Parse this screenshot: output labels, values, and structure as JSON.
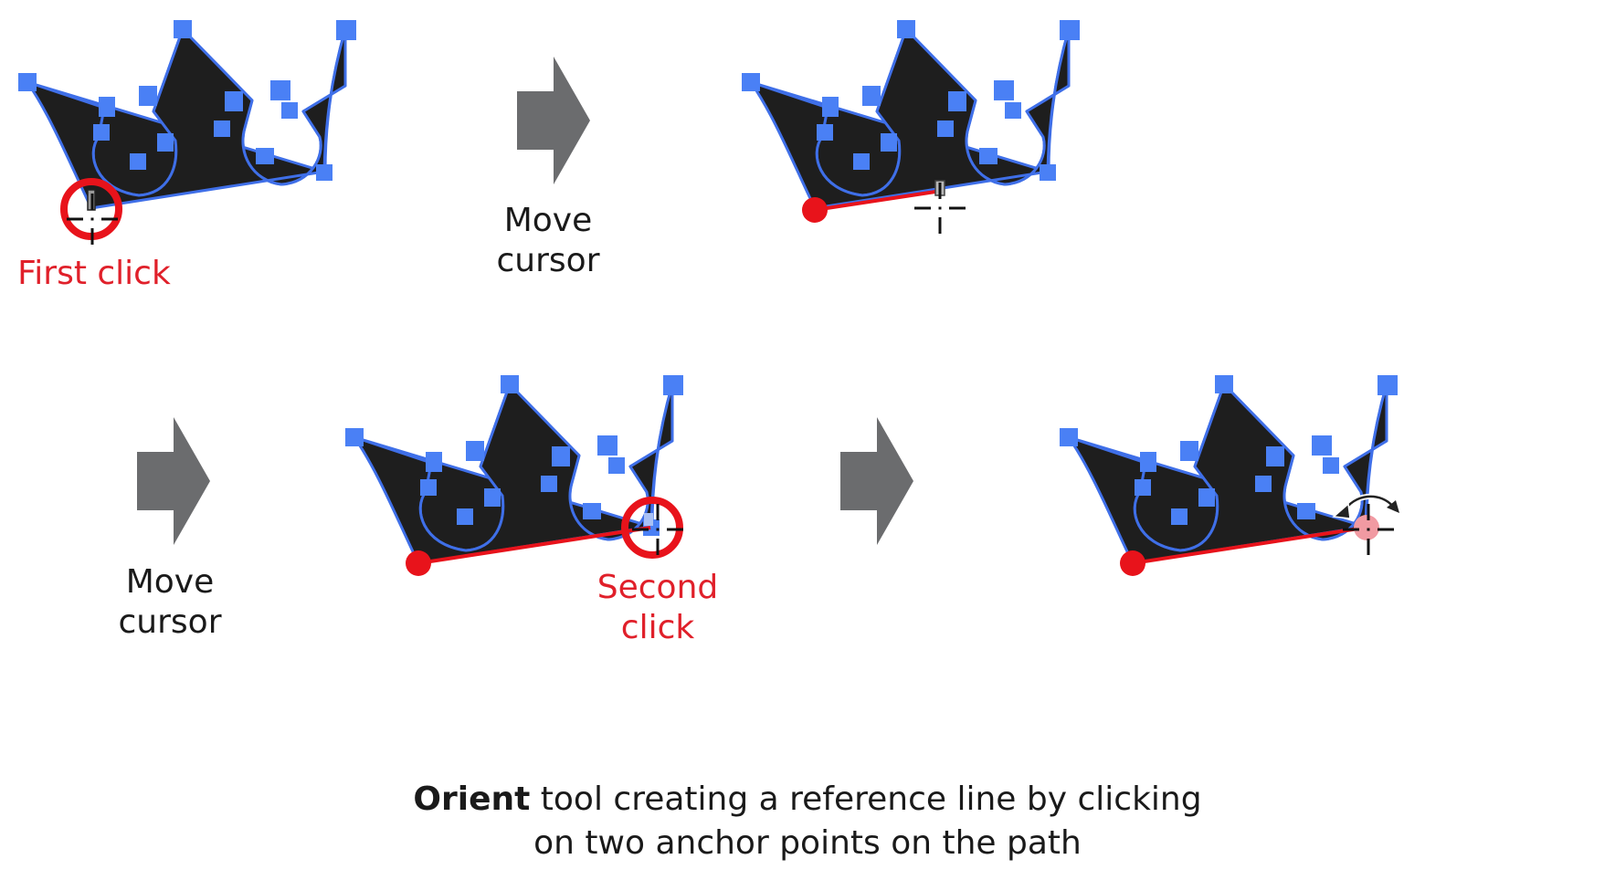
{
  "diagram": {
    "title": "Orient tool reference line steps",
    "colors": {
      "crown_fill": "#1e1e1e",
      "path_stroke": "#3f6fe8",
      "anchor": "#4a80f5",
      "reference_line": "#e8131b",
      "click_ring": "#e8131b",
      "arrow": "#6b6c6e",
      "label_red": "#e0202a",
      "text": "#1a1a1a"
    },
    "steps": [
      {
        "id": "step-1",
        "label": "First click",
        "label_color": "red"
      },
      {
        "id": "step-2",
        "arrow_label_line1": "Move",
        "arrow_label_line2": "cursor"
      },
      {
        "id": "step-3",
        "description": "Reference line follows cursor from first anchor"
      },
      {
        "id": "step-4",
        "arrow_label_line1": "Move",
        "arrow_label_line2": "cursor"
      },
      {
        "id": "step-5",
        "label_line1": "Second",
        "label_line2": "click",
        "label_color": "red"
      },
      {
        "id": "step-6",
        "description": "Rotate cursor shown at second anchor"
      }
    ],
    "caption": {
      "bold": "Orient",
      "line1_rest": " tool creating a reference line by clicking",
      "line2": "on two anchor points on the path"
    }
  }
}
